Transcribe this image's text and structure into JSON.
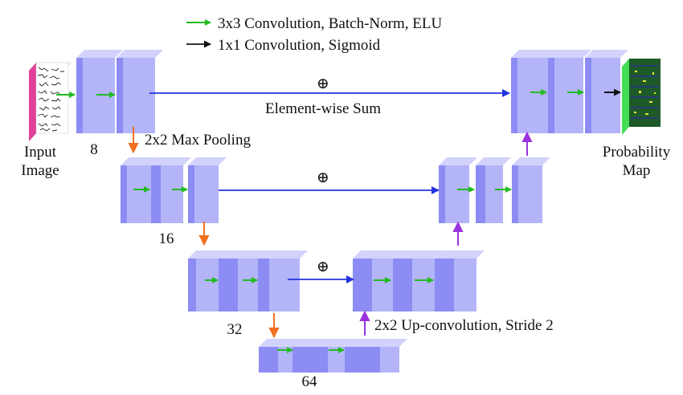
{
  "legend": {
    "items": [
      {
        "text": "3x3 Convolution, Batch-Norm, ELU",
        "color": "#22bb22"
      },
      {
        "text": "1x1 Convolution, Sigmoid",
        "color": "#333333"
      }
    ]
  },
  "labels": {
    "input_line1": "Input",
    "input_line2": "Image",
    "output_line1": "Probability",
    "output_line2": "Map",
    "max_pooling": "2x2 Max Pooling",
    "elementwise_sum": "Element-wise Sum",
    "up_conv": "2x2 Up-convolution, Stride 2",
    "sum_symbol": "⊕"
  },
  "channels": {
    "level1": "8",
    "level2": "16",
    "level3": "32",
    "level4": "64"
  },
  "colors": {
    "block_front": "#8c8cf4",
    "block_side": "#b4b4f8",
    "block_top": "#d2d2fc",
    "conv_arrow": "#22bb22",
    "sigmoid_arrow": "#111111",
    "pool_arrow": "#f07020",
    "up_arrow": "#9933dd",
    "skip_arrow": "#2233dd",
    "input_edge": "#e0409a",
    "output_edge": "#44dd55"
  }
}
